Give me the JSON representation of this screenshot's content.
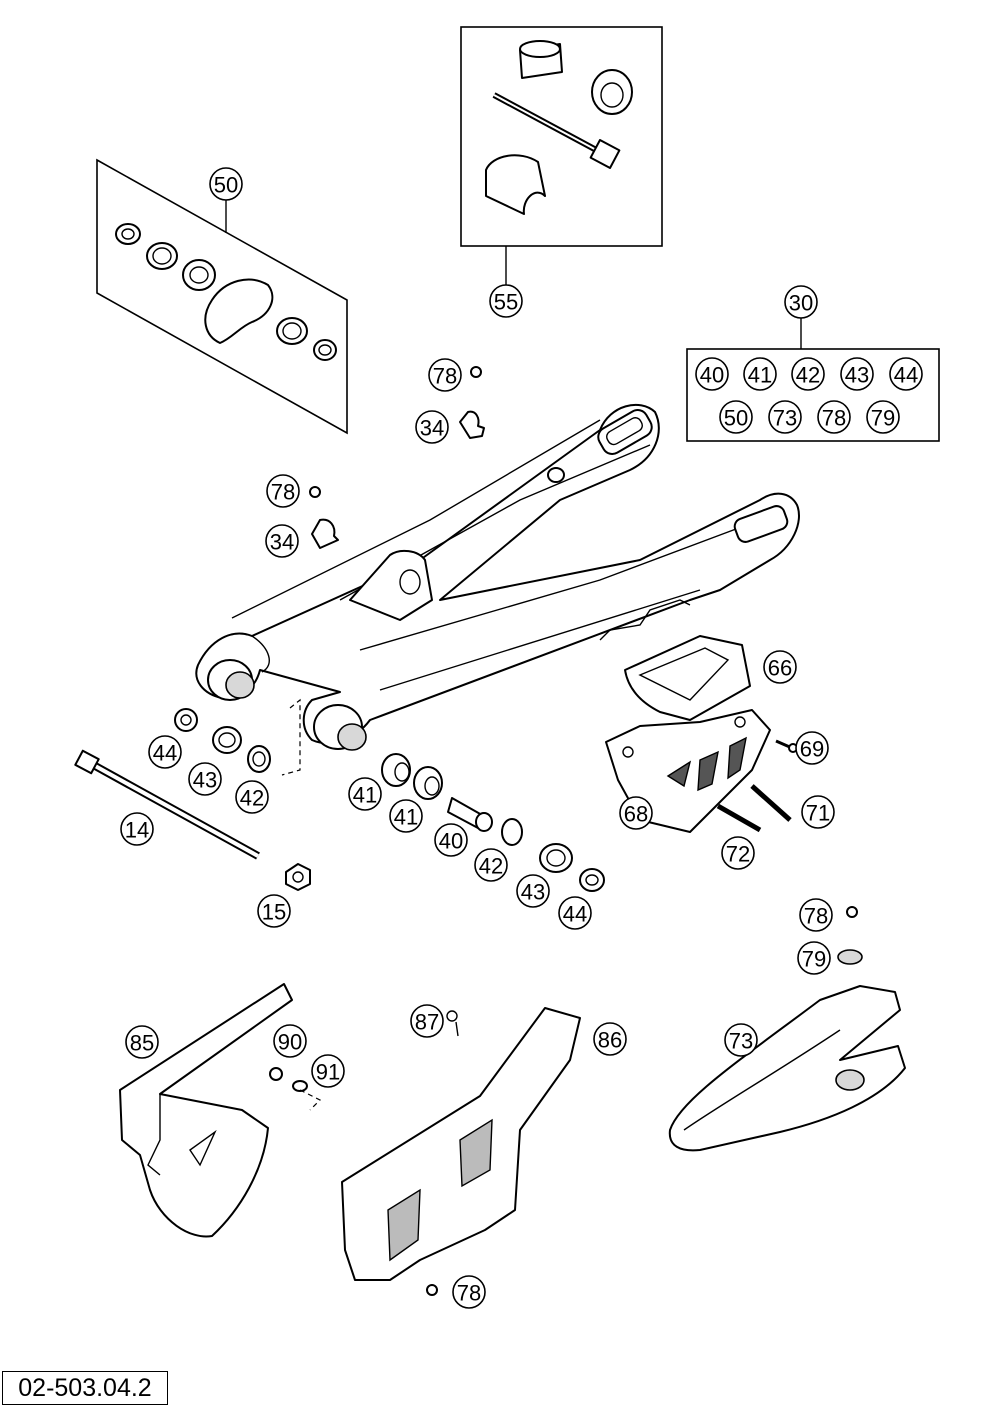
{
  "reference_code": "02-503.04.2",
  "callouts": {
    "c50_top": "50",
    "c55": "55",
    "c30": "30",
    "c78_a": "78",
    "c34_a": "34",
    "c78_b": "78",
    "c34_b": "34",
    "c66": "66",
    "c69": "69",
    "c68": "68",
    "c71": "71",
    "c72": "72",
    "c44_l": "44",
    "c43_l": "43",
    "c42_l": "42",
    "c14": "14",
    "c15": "15",
    "c41_a": "41",
    "c41_b": "41",
    "c40": "40",
    "c42_r": "42",
    "c43_r": "43",
    "c44_r": "44",
    "c78_c": "78",
    "c79": "79",
    "c73": "73",
    "c85": "85",
    "c90": "90",
    "c91": "91",
    "c87": "87",
    "c86": "86",
    "c78_d": "78"
  },
  "kit_30_contents": [
    "40",
    "41",
    "42",
    "43",
    "44",
    "50",
    "73",
    "78",
    "79"
  ]
}
